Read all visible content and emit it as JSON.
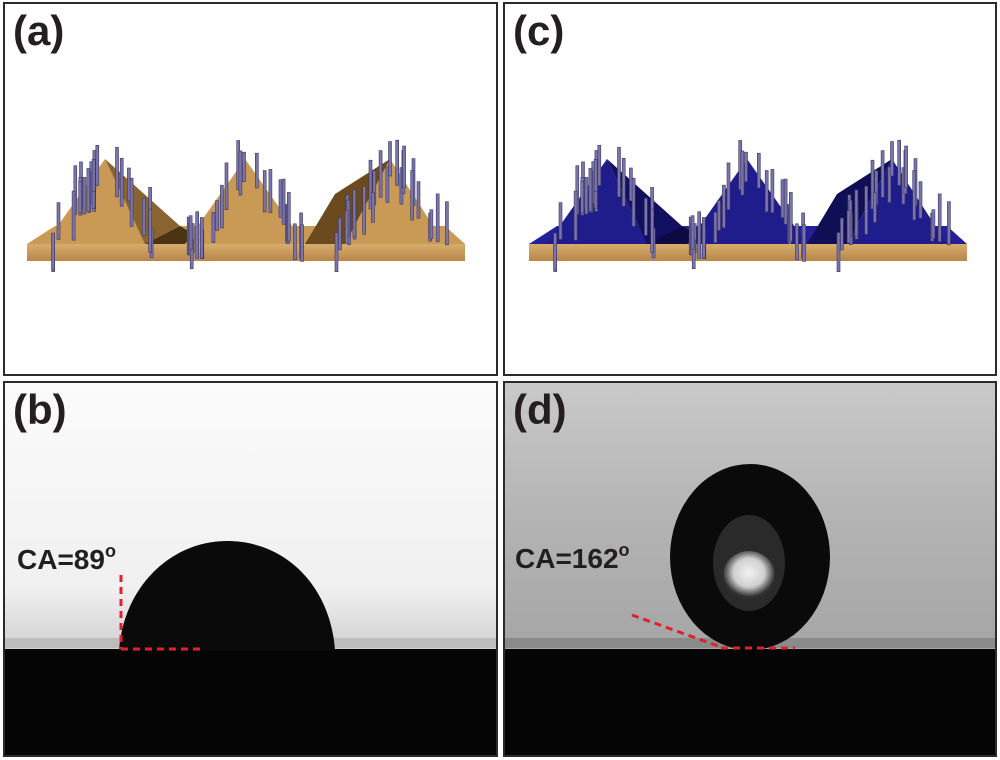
{
  "panels": {
    "a": {
      "label": "(a)"
    },
    "b": {
      "label": "(b)",
      "contact_angle_text": "CA=89",
      "degree_symbol": "o",
      "contact_angle_deg": 89
    },
    "c": {
      "label": "(c)"
    },
    "d": {
      "label": "(d)",
      "contact_angle_text": "CA=162",
      "degree_symbol": "o",
      "contact_angle_deg": 162
    }
  },
  "colors": {
    "substrate_gold": "#c99a55",
    "substrate_gold_dark": "#6b4a1e",
    "coating_blue": "#1f1c8c",
    "nanorod": "#7b74a8",
    "angle_line_red": "#e0202a",
    "text": "#231f20"
  }
}
